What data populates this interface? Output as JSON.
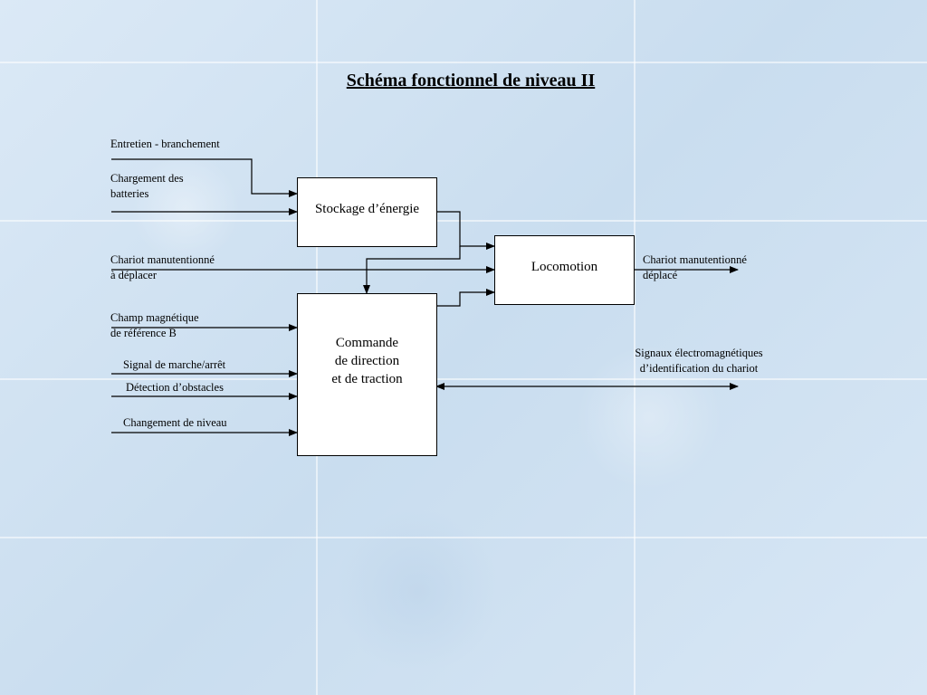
{
  "title": "Schéma fonctionnel de niveau II",
  "blocks": {
    "stockage": "Stockage d’énergie",
    "locomotion": "Locomotion",
    "commande": "Commande\nde direction\net de traction"
  },
  "inputs": {
    "entretien": "Entretien - branchement",
    "chargement": "Chargement des\nbatteries",
    "chariot_in": "Chariot manutentionné\nà déplacer",
    "champ": "Champ magnétique\nde référence B",
    "signal": "Signal de marche/arrêt",
    "detection": "Détection d’obstacles",
    "changement": "Changement de niveau"
  },
  "outputs": {
    "chariot_out": "Chariot manutentionné\ndéplacé",
    "signaux": "Signaux électromagnétiques\nd’identification du chariot"
  }
}
